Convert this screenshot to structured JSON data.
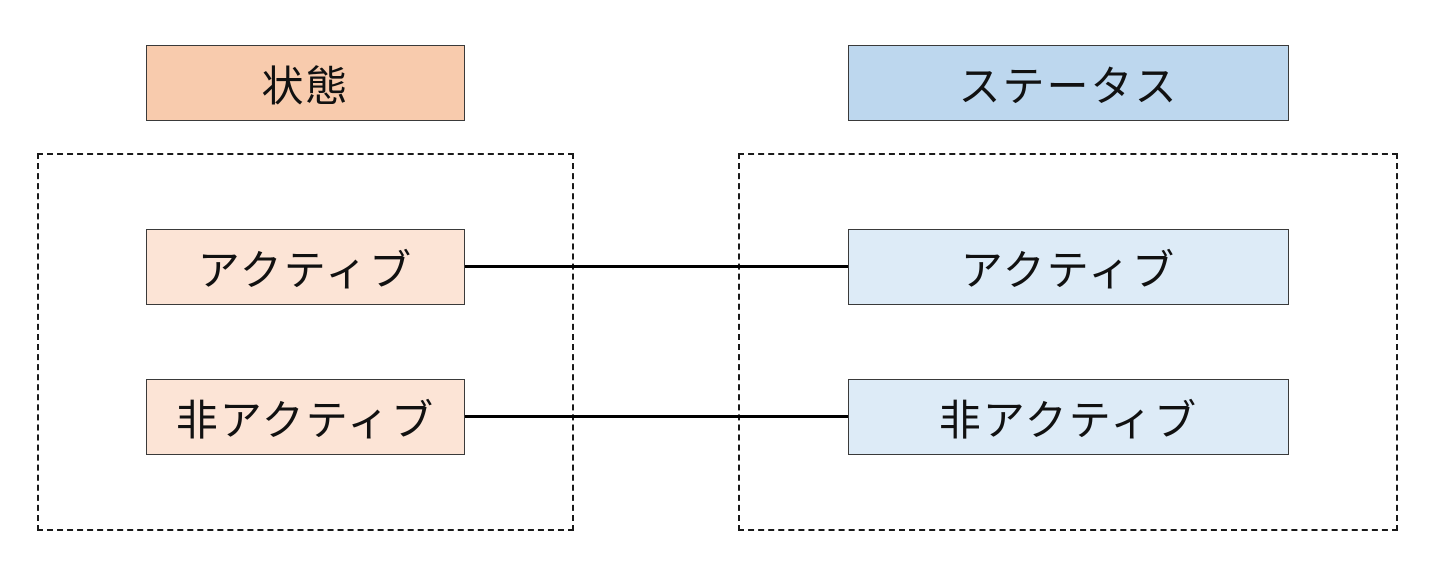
{
  "left": {
    "header": "状態",
    "items": [
      "アクティブ",
      "非アクティブ"
    ],
    "header_color": "#f8cbad",
    "item_color": "#fce4d6"
  },
  "right": {
    "header": "ステータス",
    "items": [
      "アクティブ",
      "非アクティブ"
    ],
    "header_color": "#bdd7ee",
    "item_color": "#ddebf7"
  },
  "connections": [
    {
      "from": "left.items.0",
      "to": "right.items.0"
    },
    {
      "from": "left.items.1",
      "to": "right.items.1"
    }
  ]
}
